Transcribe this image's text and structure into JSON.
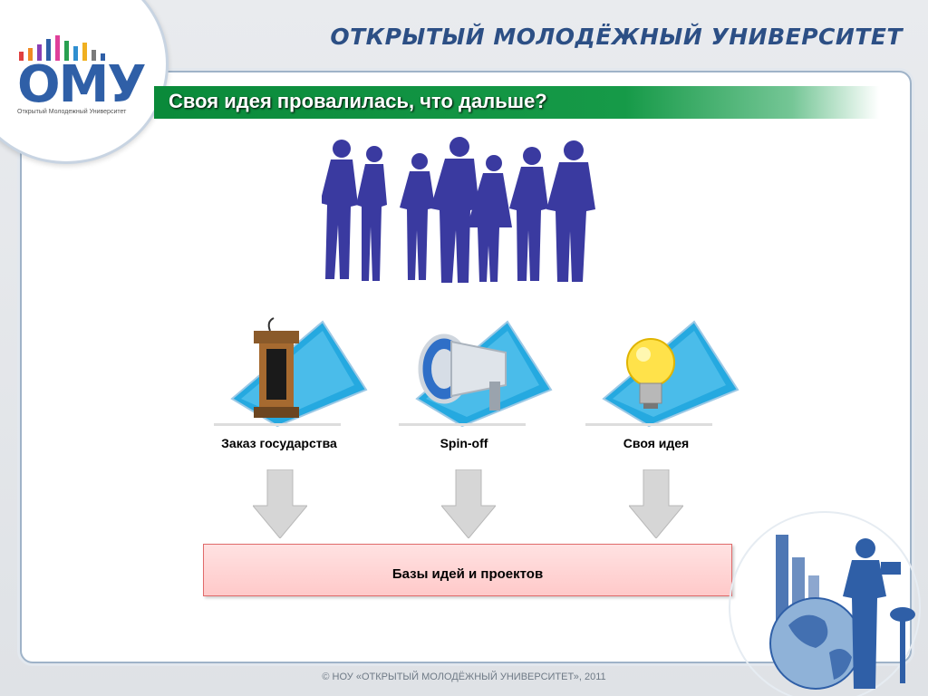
{
  "header": {
    "title": "ОТКРЫТЫЙ МОЛОДЁЖНЫЙ УНИВЕРСИТЕТ"
  },
  "logo": {
    "text": "ОМУ",
    "subtitle": "Открытый Молодежный Университет"
  },
  "banner": {
    "title": "Своя идея провалилась, что дальше?"
  },
  "cards": [
    {
      "label": "Заказ государства",
      "icon": "podium-icon"
    },
    {
      "label": "Spin-off",
      "icon": "megaphone-icon"
    },
    {
      "label": "Своя идея",
      "icon": "lightbulb-icon"
    }
  ],
  "database": {
    "label": "Базы идей и проектов"
  },
  "footer": {
    "text": "© НОУ «ОТКРЫТЫЙ МОЛОДЁЖНЫЙ УНИВЕРСИТЕТ», 2011"
  },
  "colors": {
    "banner_green": "#0a8a3a",
    "title_blue": "#2c4f85",
    "silhouette_blue": "#3a3aa0",
    "card_blue": "#25a9e0",
    "db_fill": "#ffc9c9",
    "db_border": "#e06a6a"
  }
}
